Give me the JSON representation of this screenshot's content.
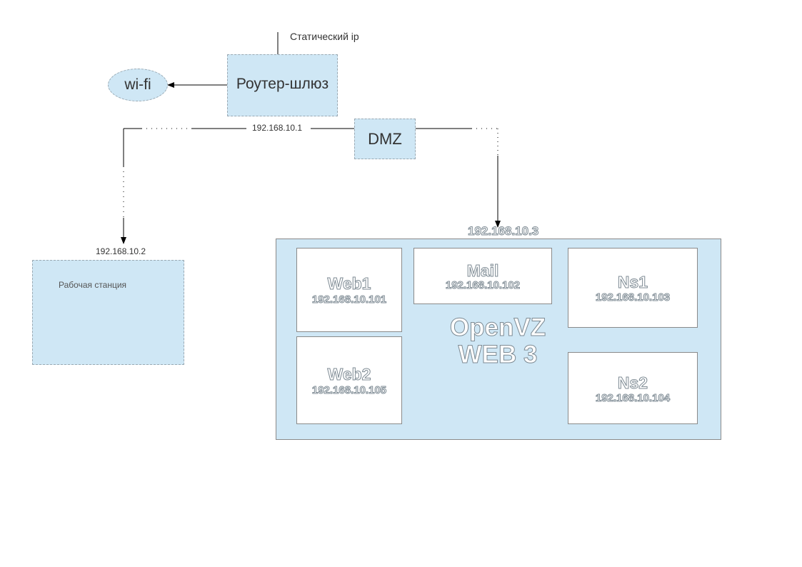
{
  "static_ip": "Статический  ip",
  "router": "Роутер-шлюз",
  "wifi": "wi-fi",
  "dmz": "DMZ",
  "ip_router": "192.168.10.1",
  "ip_workstation": "192.168.10.2",
  "ip_server": "192.168.10.3",
  "workstation": "Рабочая станция",
  "server": {
    "title_line1": "OpenVZ",
    "title_line2": "WEB 3",
    "containers": [
      {
        "name": "Web1",
        "ip": "192.168.10.101"
      },
      {
        "name": "Mail",
        "ip": "192.168.10.102"
      },
      {
        "name": "Ns1",
        "ip": "192.168.10.103"
      },
      {
        "name": "Web2",
        "ip": "192.168.10.105"
      },
      {
        "name": "Ns2",
        "ip": "192.168.10.104"
      }
    ]
  },
  "colors": {
    "box_fill": "#cfe7f5",
    "line": "#000000"
  }
}
